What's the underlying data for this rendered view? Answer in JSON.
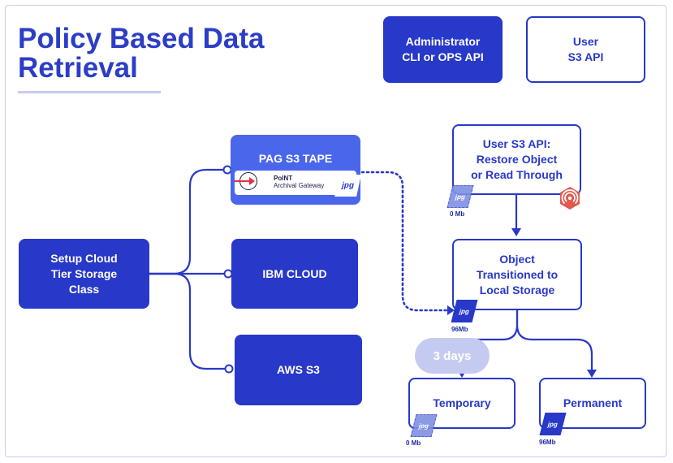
{
  "title": "Policy Based Data Retrieval",
  "administrator": {
    "line1": "Administrator",
    "line2": "CLI or OPS API"
  },
  "user": {
    "line1": "User",
    "line2": "S3 API"
  },
  "setup": {
    "line1": "Setup Cloud",
    "line2": "Tier Storage",
    "line3": "Class"
  },
  "pag": {
    "label": "PAG S3 TAPE",
    "logo_name": "PoINT",
    "logo_sub": "Archival Gateway",
    "file_label": "jpg"
  },
  "ibm": {
    "label": "IBM CLOUD"
  },
  "aws": {
    "label": "AWS S3"
  },
  "restore": {
    "line1": "User S3 API:",
    "line2": "Restore Object",
    "line3": "or Read Through",
    "icon": "rss-icon"
  },
  "transitioned": {
    "line1": "Object",
    "line2": "Transitioned to",
    "line3": "Local Storage"
  },
  "temporary": {
    "label": "Temporary"
  },
  "permanent": {
    "label": "Permanent"
  },
  "retention_badge": "3 days",
  "files": {
    "restore_file": {
      "label": "jpg",
      "size": "0 Mb"
    },
    "transitioned_file": {
      "label": "jpg",
      "size": "96Mb"
    },
    "temporary_file": {
      "label": "jpg",
      "size": "0 Mb"
    },
    "permanent_file": {
      "label": "jpg",
      "size": "96Mb"
    }
  },
  "colors": {
    "primary": "#2838c8",
    "title": "#2c3ec4",
    "pag": "#4a67ec",
    "badge": "#c5cbf0",
    "accent_icon": "#e05a4e"
  }
}
